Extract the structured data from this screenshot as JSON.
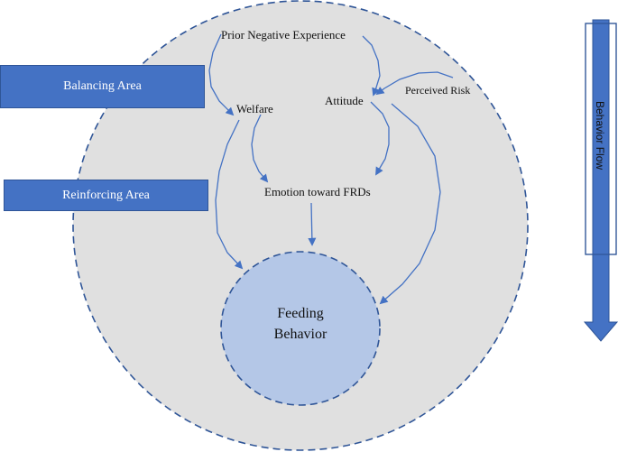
{
  "colors": {
    "outer_fill": "#e0e0e0",
    "outer_stroke": "#2f5597",
    "inner_fill": "#b4c7e7",
    "arrow": "#4472c4",
    "box_fill": "#4472c4"
  },
  "legend": {
    "balancing_area": "Balancing Area",
    "reinforcing_area": "Reinforcing Area"
  },
  "behavior_flow": {
    "label": "Behavior Flow"
  },
  "nodes": {
    "prior_negative_experience": "Prior Negative Experience",
    "welfare": "Welfare",
    "attitude": "Attitude",
    "perceived_risk": "Perceived Risk",
    "emotion": "Emotion toward FRDs",
    "feeding_line1": "Feeding",
    "feeding_line2": "Behavior"
  },
  "edges": [
    {
      "from": "Prior Negative Experience",
      "to": "Welfare"
    },
    {
      "from": "Prior Negative Experience",
      "to": "Attitude"
    },
    {
      "from": "Perceived Risk",
      "to": "Attitude"
    },
    {
      "from": "Welfare",
      "to": "Emotion toward FRDs"
    },
    {
      "from": "Welfare",
      "to": "Feeding Behavior"
    },
    {
      "from": "Attitude",
      "to": "Emotion toward FRDs"
    },
    {
      "from": "Attitude",
      "to": "Feeding Behavior"
    },
    {
      "from": "Emotion toward FRDs",
      "to": "Feeding Behavior"
    }
  ]
}
